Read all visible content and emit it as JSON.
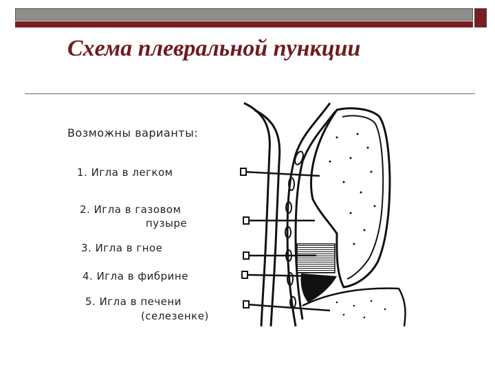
{
  "slide": {
    "title": "Схема плевральной пункции"
  },
  "diagram": {
    "heading": "Возможны варианты:",
    "variants": [
      {
        "line1": "1. Игла в легком",
        "line2": ""
      },
      {
        "line1": "2. Игла в газовом",
        "line2": "пузыре"
      },
      {
        "line1": "3. Игла в гное",
        "line2": ""
      },
      {
        "line1": "4. Игла в фибрине",
        "line2": ""
      },
      {
        "line1": "5. Игла в печени",
        "line2": "(селезенке)"
      }
    ]
  },
  "colors": {
    "bar_gray": "#8f8f8a",
    "bar_red": "#7a1e22",
    "title": "#6f1b1f",
    "ink": "#111111"
  }
}
